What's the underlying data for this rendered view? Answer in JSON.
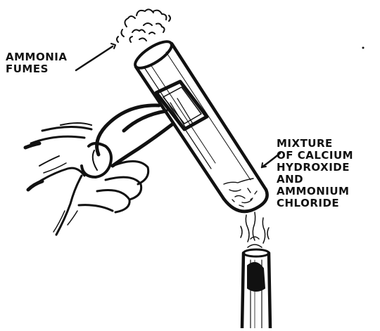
{
  "labels": {
    "ammonia": [
      "AMMONIA",
      "FUMES"
    ],
    "mixture": [
      "MIXTURE",
      "OF CALCIUM",
      "HYDROXIDE",
      "AND",
      "AMMONIUM",
      "CHLORIDE"
    ]
  },
  "colors": {
    "ink": "#111111",
    "paper": "#ffffff"
  }
}
